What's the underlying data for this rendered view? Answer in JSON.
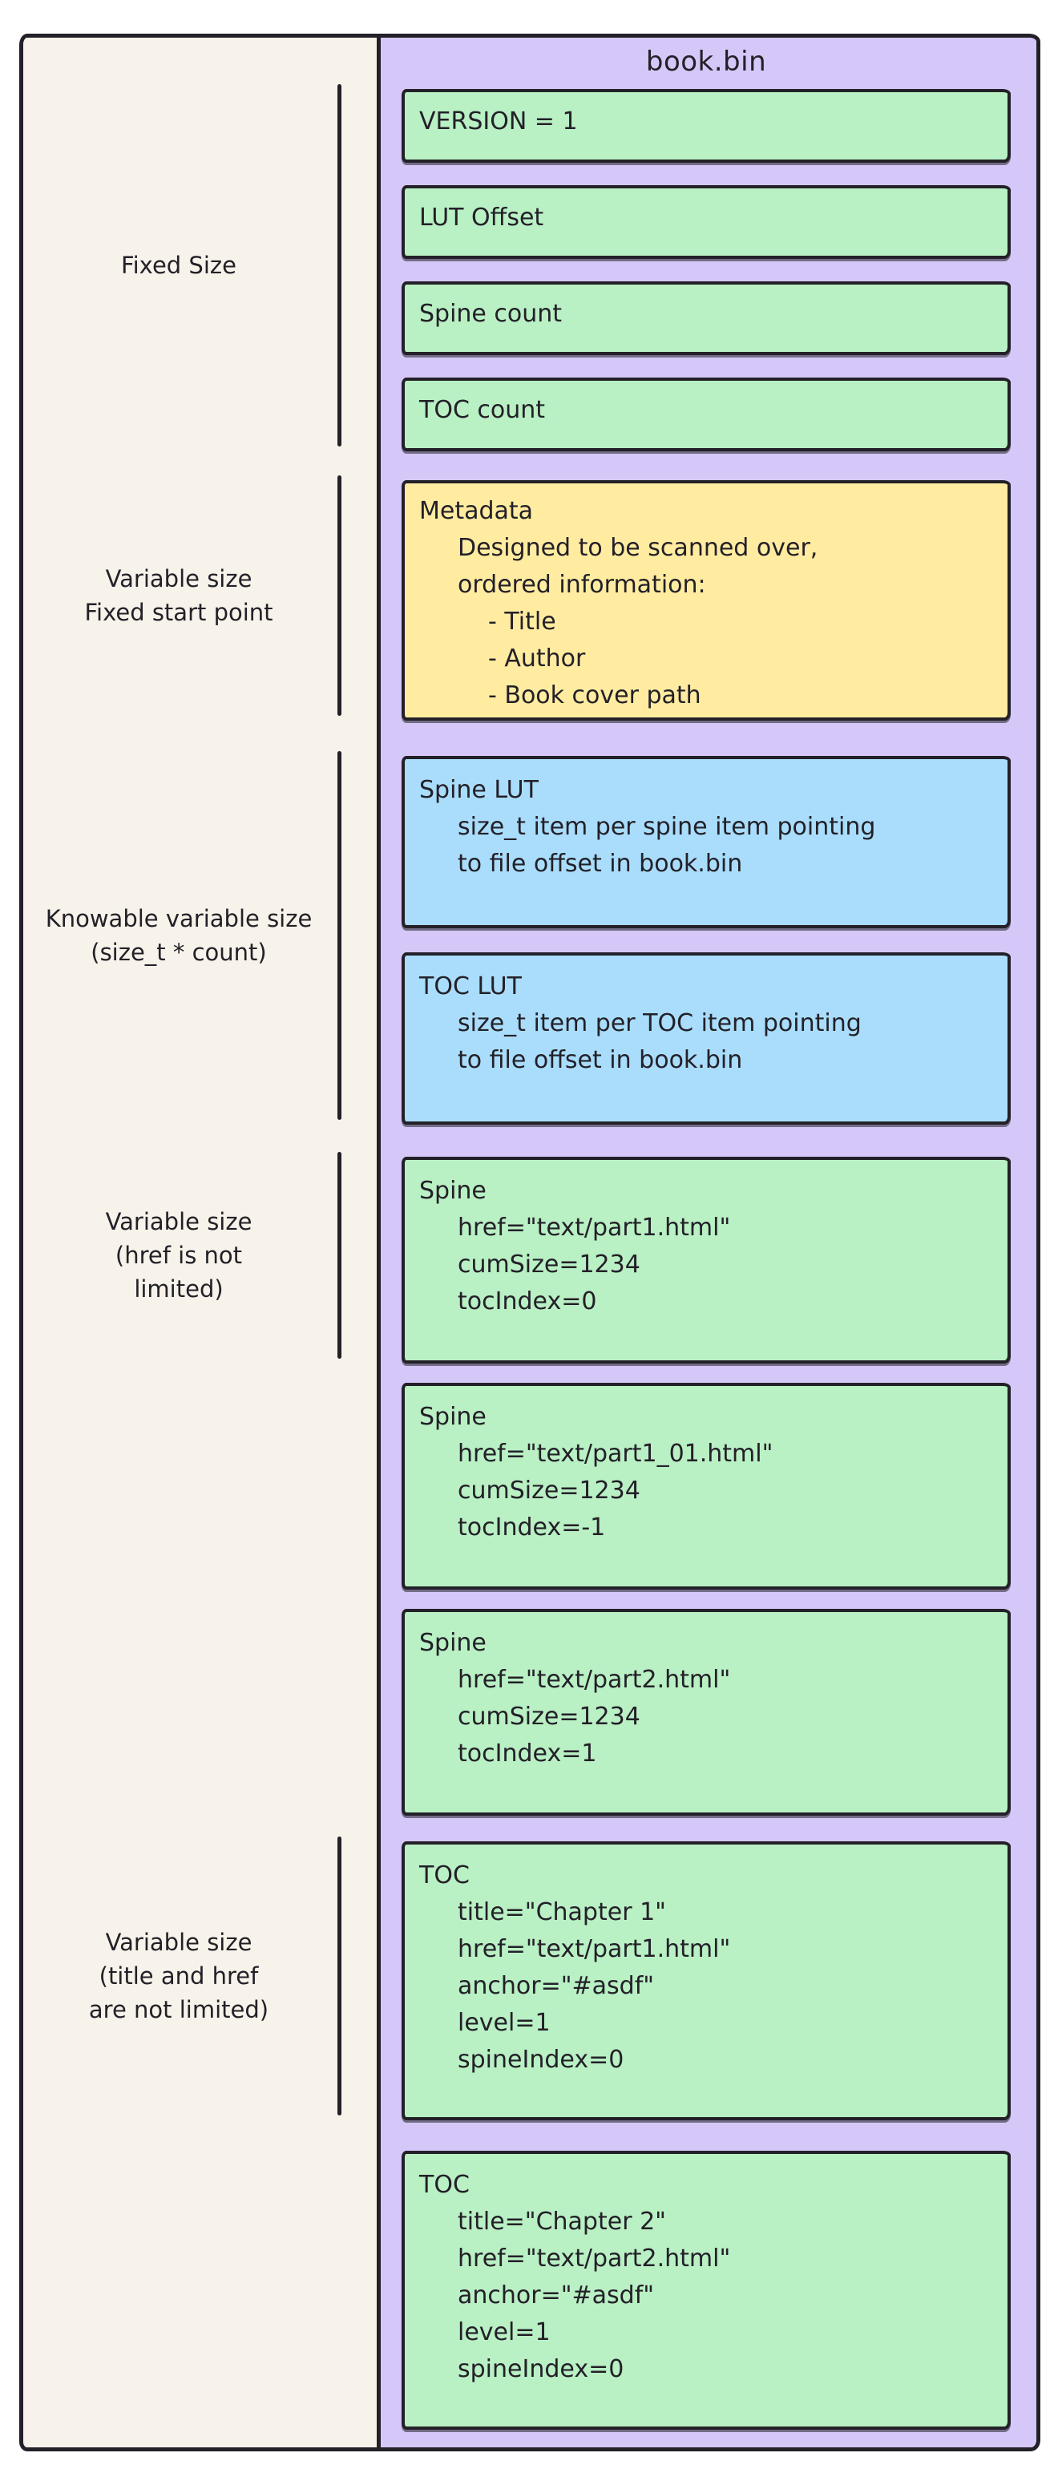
{
  "diagram": {
    "file_title": "book.bin",
    "colors": {
      "purple": "#d5c8f8",
      "green": "#b9f0c4",
      "blue": "#a9ddfb",
      "yellow": "#ffeca1",
      "cream": "#f7f2ea",
      "ink": "#232028"
    },
    "annotations": [
      {
        "zone": "header-fields",
        "lines": [
          "Fixed Size"
        ]
      },
      {
        "zone": "metadata",
        "lines": [
          "Variable size",
          "Fixed start point"
        ]
      },
      {
        "zone": "luts",
        "lines": [
          "Knowable variable size",
          "(size_t * count)"
        ]
      },
      {
        "zone": "spine-items",
        "lines": [
          "Variable size",
          "(href is not",
          "limited)"
        ]
      },
      {
        "zone": "toc-items",
        "lines": [
          "Variable size",
          "(title and href",
          "are not limited)"
        ]
      }
    ],
    "blocks": [
      {
        "name": "version",
        "color": "green",
        "lines": [
          {
            "t": "VERSION = 1",
            "i": 0
          }
        ]
      },
      {
        "name": "lut-offset",
        "color": "green",
        "lines": [
          {
            "t": "LUT Offset",
            "i": 0
          }
        ]
      },
      {
        "name": "spine-count",
        "color": "green",
        "lines": [
          {
            "t": "Spine count",
            "i": 0
          }
        ]
      },
      {
        "name": "toc-count",
        "color": "green",
        "lines": [
          {
            "t": "TOC count",
            "i": 0
          }
        ]
      },
      {
        "name": "metadata",
        "color": "yellow",
        "lines": [
          {
            "t": "Metadata",
            "i": 0
          },
          {
            "t": "Designed to be scanned over,",
            "i": 1
          },
          {
            "t": "ordered information:",
            "i": 1
          },
          {
            "t": "- Title",
            "i": 2
          },
          {
            "t": "- Author",
            "i": 2
          },
          {
            "t": "- Book cover path",
            "i": 2
          }
        ]
      },
      {
        "name": "spine-lut",
        "color": "blue",
        "lines": [
          {
            "t": "Spine LUT",
            "i": 0
          },
          {
            "t": "size_t item per spine item pointing",
            "i": 1
          },
          {
            "t": "to file offset in book.bin",
            "i": 1
          }
        ]
      },
      {
        "name": "toc-lut",
        "color": "blue",
        "lines": [
          {
            "t": "TOC LUT",
            "i": 0
          },
          {
            "t": "size_t item per TOC item pointing",
            "i": 1
          },
          {
            "t": "to file offset in book.bin",
            "i": 1
          }
        ]
      },
      {
        "name": "spine-1",
        "color": "green",
        "lines": [
          {
            "t": "Spine",
            "i": 0
          },
          {
            "t": "href=\"text/part1.html\"",
            "i": 1
          },
          {
            "t": "cumSize=1234",
            "i": 1
          },
          {
            "t": "tocIndex=0",
            "i": 1
          }
        ]
      },
      {
        "name": "spine-2",
        "color": "green",
        "lines": [
          {
            "t": "Spine",
            "i": 0
          },
          {
            "t": "href=\"text/part1_01.html\"",
            "i": 1
          },
          {
            "t": "cumSize=1234",
            "i": 1
          },
          {
            "t": "tocIndex=-1",
            "i": 1
          }
        ]
      },
      {
        "name": "spine-3",
        "color": "green",
        "lines": [
          {
            "t": "Spine",
            "i": 0
          },
          {
            "t": "href=\"text/part2.html\"",
            "i": 1
          },
          {
            "t": "cumSize=1234",
            "i": 1
          },
          {
            "t": "tocIndex=1",
            "i": 1
          }
        ]
      },
      {
        "name": "toc-1",
        "color": "green",
        "lines": [
          {
            "t": "TOC",
            "i": 0
          },
          {
            "t": "title=\"Chapter 1\"",
            "i": 1
          },
          {
            "t": "href=\"text/part1.html\"",
            "i": 1
          },
          {
            "t": "anchor=\"#asdf\"",
            "i": 1
          },
          {
            "t": "level=1",
            "i": 1
          },
          {
            "t": "spineIndex=0",
            "i": 1
          }
        ]
      },
      {
        "name": "toc-2",
        "color": "green",
        "lines": [
          {
            "t": "TOC",
            "i": 0
          },
          {
            "t": "title=\"Chapter 2\"",
            "i": 1
          },
          {
            "t": "href=\"text/part2.html\"",
            "i": 1
          },
          {
            "t": "anchor=\"#asdf\"",
            "i": 1
          },
          {
            "t": "level=1",
            "i": 1
          },
          {
            "t": "spineIndex=0",
            "i": 1
          }
        ]
      }
    ]
  }
}
